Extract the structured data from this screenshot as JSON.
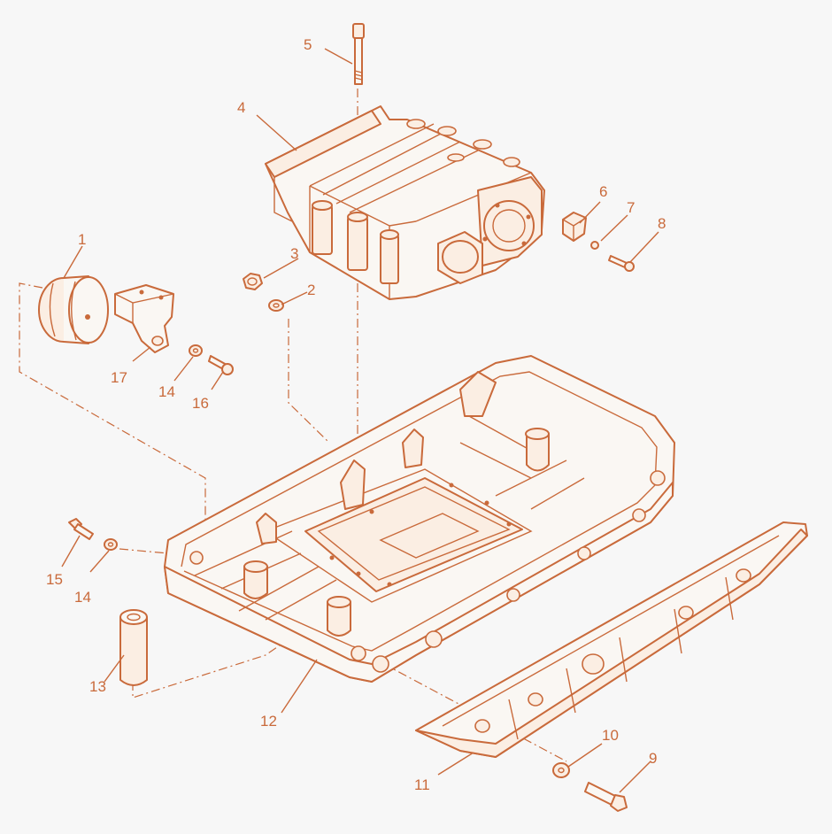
{
  "diagram": {
    "callouts": [
      {
        "id": "1",
        "text": "1"
      },
      {
        "id": "2",
        "text": "2"
      },
      {
        "id": "3",
        "text": "3"
      },
      {
        "id": "4",
        "text": "4"
      },
      {
        "id": "5",
        "text": "5"
      },
      {
        "id": "6",
        "text": "6"
      },
      {
        "id": "7",
        "text": "7"
      },
      {
        "id": "8",
        "text": "8"
      },
      {
        "id": "9",
        "text": "9"
      },
      {
        "id": "10",
        "text": "10"
      },
      {
        "id": "11",
        "text": "11"
      },
      {
        "id": "12",
        "text": "12"
      },
      {
        "id": "13",
        "text": "13"
      },
      {
        "id": "14a",
        "text": "14"
      },
      {
        "id": "14b",
        "text": "14"
      },
      {
        "id": "15",
        "text": "15"
      },
      {
        "id": "16",
        "text": "16"
      },
      {
        "id": "17",
        "text": "17"
      }
    ],
    "colors": {
      "line": "#c96a3b",
      "background": "#f7f7f7",
      "fill": "#fbeee3"
    }
  }
}
